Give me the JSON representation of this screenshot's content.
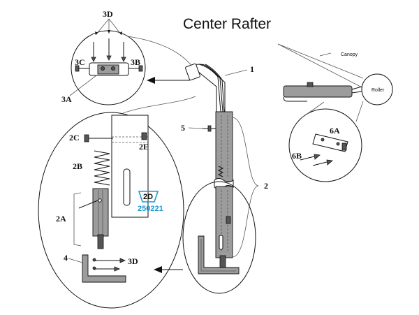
{
  "title": "Center Rafter",
  "labels": {
    "l1": "1",
    "l2": "2",
    "l2A": "2A",
    "l2B": "2B",
    "l2C": "2C",
    "l2E": "2E",
    "l3A": "3A",
    "l3B": "3B",
    "l3C": "3C",
    "l3D_top": "3D",
    "l3D_bottom": "3D",
    "l4": "4",
    "l5": "5",
    "l6A": "6A",
    "l6B": "6B",
    "canopy": "Canopy",
    "roller": "Roller"
  },
  "highlight": {
    "part": "2D",
    "code": "250221",
    "color": "#1a9ad6"
  }
}
